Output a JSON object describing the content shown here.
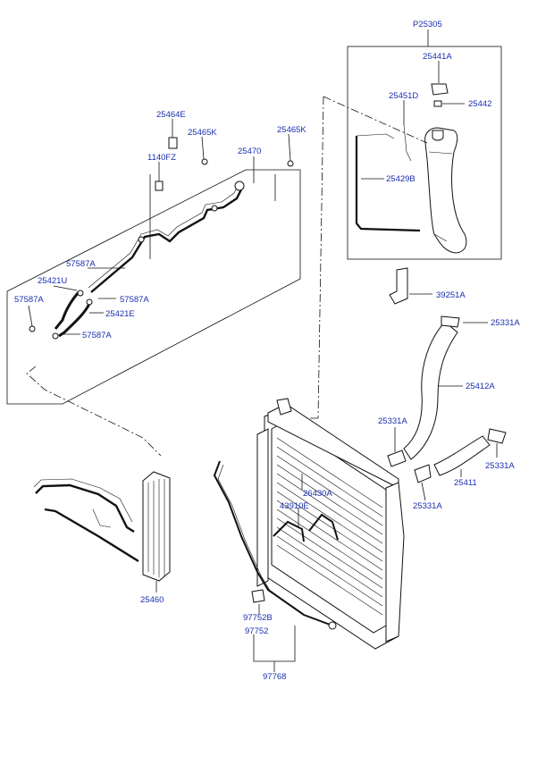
{
  "labels": {
    "p25305": "P25305",
    "p25441a": "25441A",
    "p25451d": "25451D",
    "p25442": "25442",
    "p25429b": "25429B",
    "p25464e": "25464E",
    "p25465k_left": "25465K",
    "p25465k_right": "25465K",
    "p1140fz": "1140FZ",
    "p25470": "25470",
    "p57587a_1": "57587A",
    "p25421u": "25421U",
    "p57587a_2": "57587A",
    "p57587a_3": "57587A",
    "p25421e": "25421E",
    "p57587a_4": "57587A",
    "p39251a": "39251A",
    "p25331a_1": "25331A",
    "p25412a": "25412A",
    "p25331a_2": "25331A",
    "p25331a_3": "25331A",
    "p25411": "25411",
    "p25331a_4": "25331A",
    "p26430a": "26430A",
    "p43910e": "43910E",
    "p25460": "25460",
    "p97752b": "97752B",
    "p97752": "97752",
    "p97768": "97768"
  }
}
